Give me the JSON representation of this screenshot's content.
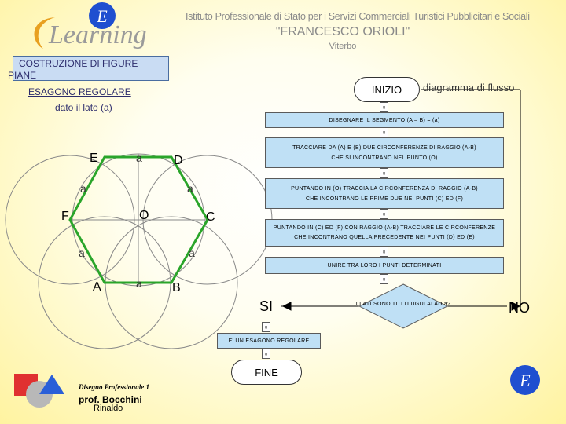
{
  "header": {
    "logo_text": "Learning",
    "logo_letter": "E",
    "institute_line1": "Istituto Professionale di Stato per i Servizi Commerciali Turistici Pubblicitari e Sociali",
    "institute_line2": "\"FRANCESCO ORIOLI\"",
    "institute_line3": "Viterbo"
  },
  "title": {
    "line1": "COSTRUZIONE DI FIGURE",
    "line2": "PIANE",
    "line3": "ESAGONO REGOLARE",
    "line4": "dato il lato (a)"
  },
  "construction": {
    "points": {
      "E": "E",
      "D": "D",
      "F": "F",
      "O": "O",
      "C": "C",
      "A": "A",
      "B": "B"
    },
    "side_label": "a"
  },
  "flowchart": {
    "start": "INIZIO",
    "caption": "diagramma di flusso",
    "step1": "DISEGNARE IL SEGMENTO (A – B) = (a)",
    "step2_line1": "TRACCIARE DA (A) E (B) DUE CIRCONFERENZE DI RAGGIO (A-B)",
    "step2_line2": "CHE SI INCONTRANO NEL PUNTO (O)",
    "step3_line1": "PUNTANDO IN (O) TRACCIA LA CIRCONFERENZA DI RAGGIO (A-B)",
    "step3_line2": "CHE INCONTRANO LE PRIME DUE NEI PUNTI (C) ED (F)",
    "step4_line1": "PUNTANDO IN (C) ED (F) CON RAGGIO (A-B) TRACCIARE LE CIRCONFERENZE",
    "step4_line2": "CHE INCONTRANO QUELLA PRECEDENTE NEI PUNTI (D) ED (E)",
    "step5": "UNIRE TRA LORO I PUNTI DETERMINATI",
    "decision": "I LATI SONO TUTTI UGULAI AD a?",
    "yes": "SI",
    "no": "NO",
    "result": "E' UN ESAGONO REGOLARE",
    "end": "FINE"
  },
  "footer": {
    "course": "Disegno Professionale 1",
    "author_line1": "prof. Bocchini",
    "author_line2": "Rinaldo"
  },
  "colors": {
    "hexagon": "#2aa52a",
    "circles": "#8a8a8a",
    "box_fill": "#bfe0f5",
    "logo_blue": "#1f4fd0"
  }
}
